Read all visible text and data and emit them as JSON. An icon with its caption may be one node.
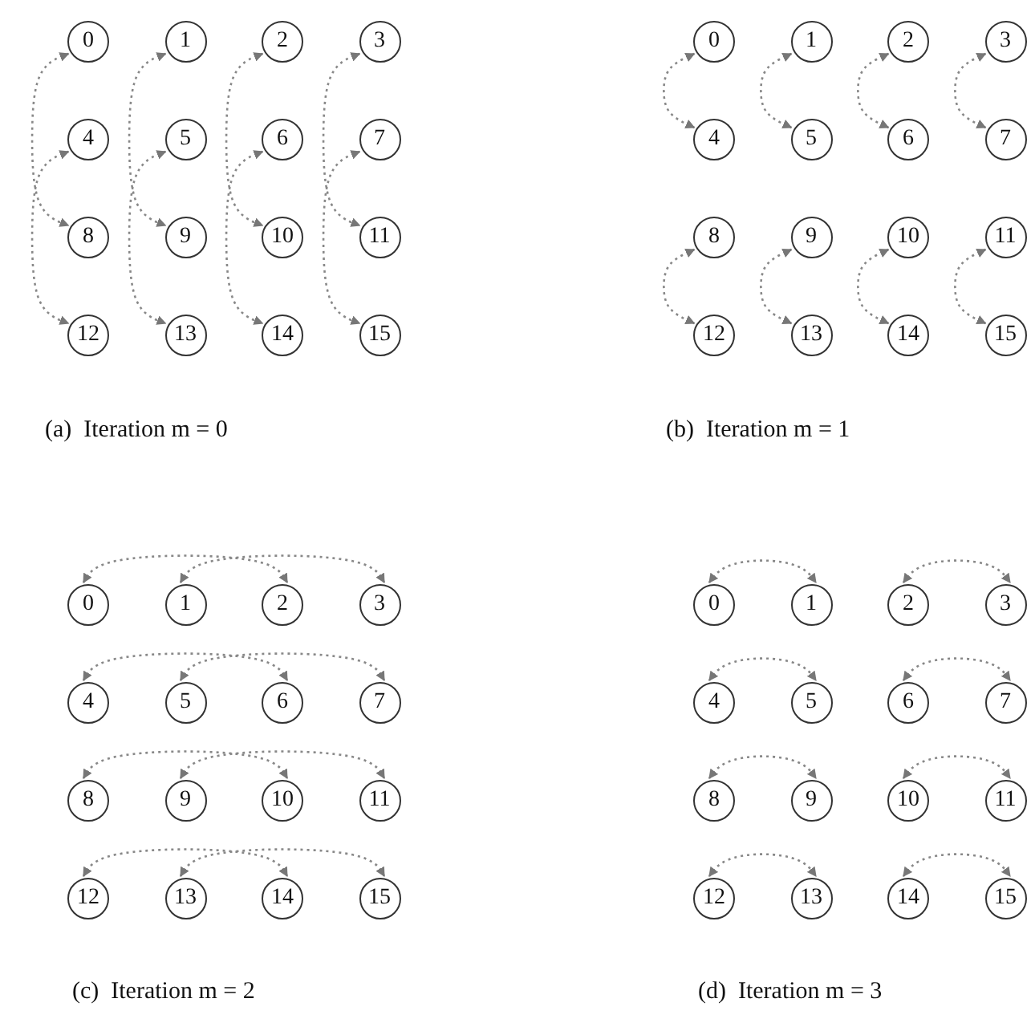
{
  "diagram": {
    "nodes": [
      {
        "text": [
          "0"
        ]
      },
      {
        "text": [
          "1"
        ]
      },
      {
        "text": [
          "2"
        ]
      },
      {
        "text": [
          "3"
        ]
      },
      {
        "text": [
          "4"
        ]
      },
      {
        "text": [
          "5"
        ]
      },
      {
        "text": [
          "6"
        ]
      },
      {
        "text": [
          "7"
        ]
      },
      {
        "text": [
          "8"
        ]
      },
      {
        "text": [
          "9"
        ]
      },
      {
        "text": [
          "10"
        ]
      },
      {
        "text": [
          "11"
        ]
      },
      {
        "text": [
          "12"
        ]
      },
      {
        "text": [
          "13"
        ]
      },
      {
        "text": [
          "14"
        ]
      },
      {
        "text": [
          "15"
        ]
      },
      {
        "text": [
          "0"
        ]
      },
      {
        "text": [
          "1"
        ]
      },
      {
        "text": [
          "2"
        ]
      },
      {
        "text": [
          "3"
        ]
      },
      {
        "text": [
          "4"
        ]
      },
      {
        "text": [
          "5"
        ]
      },
      {
        "text": [
          "6"
        ]
      },
      {
        "text": [
          "7"
        ]
      },
      {
        "text": [
          "8"
        ]
      },
      {
        "text": [
          "9"
        ]
      },
      {
        "text": [
          "10"
        ]
      },
      {
        "text": [
          "11"
        ]
      },
      {
        "text": [
          "12"
        ]
      },
      {
        "text": [
          "13"
        ]
      },
      {
        "text": [
          "14"
        ]
      },
      {
        "text": [
          "15"
        ]
      },
      {
        "text": [
          "0"
        ]
      },
      {
        "text": [
          "1"
        ]
      },
      {
        "text": [
          "2"
        ]
      },
      {
        "text": [
          "3"
        ]
      },
      {
        "text": [
          "4"
        ]
      },
      {
        "text": [
          "5"
        ]
      },
      {
        "text": [
          "6"
        ]
      },
      {
        "text": [
          "7"
        ]
      },
      {
        "text": [
          "8"
        ]
      },
      {
        "text": [
          "9"
        ]
      },
      {
        "text": [
          "10"
        ]
      },
      {
        "text": [
          "11"
        ]
      },
      {
        "text": [
          "12"
        ]
      },
      {
        "text": [
          "13"
        ]
      },
      {
        "text": [
          "14"
        ]
      },
      {
        "text": [
          "15"
        ]
      },
      {
        "text": [
          "0"
        ]
      },
      {
        "text": [
          "1"
        ]
      },
      {
        "text": [
          "2"
        ]
      },
      {
        "text": [
          "3"
        ]
      },
      {
        "text": [
          "4"
        ]
      },
      {
        "text": [
          "5"
        ]
      },
      {
        "text": [
          "6"
        ]
      },
      {
        "text": [
          "7"
        ]
      },
      {
        "text": [
          "8"
        ]
      },
      {
        "text": [
          "9"
        ]
      },
      {
        "text": [
          "10"
        ]
      },
      {
        "text": [
          "11"
        ]
      },
      {
        "text": [
          "12"
        ]
      },
      {
        "text": [
          "13"
        ]
      },
      {
        "text": [
          "14"
        ]
      },
      {
        "text": [
          "15"
        ]
      }
    ],
    "edges": [
      {
        "from": 0,
        "to": 8,
        "arrow": "both",
        "style": "dashed"
      },
      {
        "from": 4,
        "to": 12,
        "arrow": "both",
        "style": "dashed"
      },
      {
        "from": 1,
        "to": 9,
        "arrow": "both",
        "style": "dashed"
      },
      {
        "from": 5,
        "to": 13,
        "arrow": "both",
        "style": "dashed"
      },
      {
        "from": 2,
        "to": 10,
        "arrow": "both",
        "style": "dashed"
      },
      {
        "from": 6,
        "to": 14,
        "arrow": "both",
        "style": "dashed"
      },
      {
        "from": 3,
        "to": 11,
        "arrow": "both",
        "style": "dashed"
      },
      {
        "from": 7,
        "to": 15,
        "arrow": "both",
        "style": "dashed"
      },
      {
        "from": 16,
        "to": 20,
        "arrow": "both",
        "style": "dashed"
      },
      {
        "from": 17,
        "to": 21,
        "arrow": "both",
        "style": "dashed"
      },
      {
        "from": 18,
        "to": 22,
        "arrow": "both",
        "style": "dashed"
      },
      {
        "from": 19,
        "to": 23,
        "arrow": "both",
        "style": "dashed"
      },
      {
        "from": 24,
        "to": 28,
        "arrow": "both",
        "style": "dashed"
      },
      {
        "from": 25,
        "to": 29,
        "arrow": "both",
        "style": "dashed"
      },
      {
        "from": 26,
        "to": 30,
        "arrow": "both",
        "style": "dashed"
      },
      {
        "from": 27,
        "to": 31,
        "arrow": "both",
        "style": "dashed"
      },
      {
        "from": 32,
        "to": 34,
        "arrow": "both",
        "style": "dashed"
      },
      {
        "from": 33,
        "to": 35,
        "arrow": "both",
        "style": "dashed"
      },
      {
        "from": 36,
        "to": 38,
        "arrow": "both",
        "style": "dashed"
      },
      {
        "from": 37,
        "to": 39,
        "arrow": "both",
        "style": "dashed"
      },
      {
        "from": 40,
        "to": 42,
        "arrow": "both",
        "style": "dashed"
      },
      {
        "from": 41,
        "to": 43,
        "arrow": "both",
        "style": "dashed"
      },
      {
        "from": 44,
        "to": 46,
        "arrow": "both",
        "style": "dashed"
      },
      {
        "from": 45,
        "to": 47,
        "arrow": "both",
        "style": "dashed"
      },
      {
        "from": 48,
        "to": 49,
        "arrow": "both",
        "style": "dashed"
      },
      {
        "from": 50,
        "to": 51,
        "arrow": "both",
        "style": "dashed"
      },
      {
        "from": 52,
        "to": 53,
        "arrow": "both",
        "style": "dashed"
      },
      {
        "from": 54,
        "to": 55,
        "arrow": "both",
        "style": "dashed"
      },
      {
        "from": 56,
        "to": 57,
        "arrow": "both",
        "style": "dashed"
      },
      {
        "from": 58,
        "to": 59,
        "arrow": "both",
        "style": "dashed"
      },
      {
        "from": 60,
        "to": 61,
        "arrow": "both",
        "style": "dashed"
      },
      {
        "from": 62,
        "to": 63,
        "arrow": "both",
        "style": "dashed"
      }
    ],
    "labels": [
      "(a)  Iteration m = 0",
      "(b)  Iteration m = 1",
      "(c)  Iteration m = 2",
      "(d)  Iteration m = 3"
    ]
  }
}
